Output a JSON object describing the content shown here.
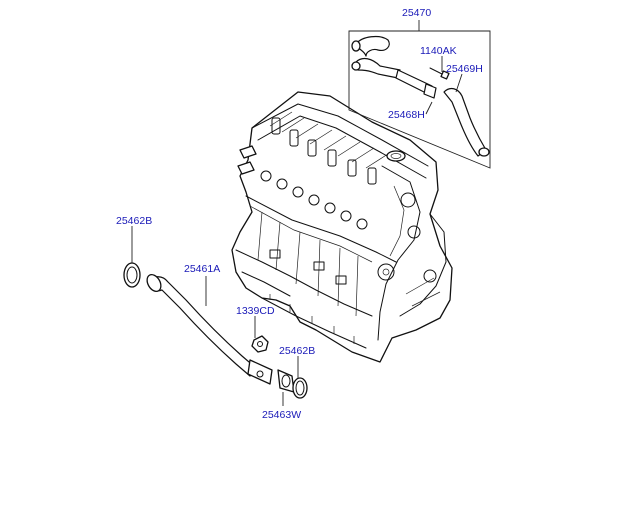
{
  "diagram": {
    "callouts": {
      "hose_kit": "25470",
      "bolt": "1140AK",
      "hose_upper": "25469H",
      "hose_lower": "25468H",
      "gasket_inlet": "25462B",
      "pipe": "25461A",
      "nut": "1339CD",
      "gasket_outlet": "25462B",
      "gasket_flange": "25463W"
    },
    "colors": {
      "label": "#1a1ab8",
      "line": "#111111",
      "background": "#ffffff"
    }
  }
}
